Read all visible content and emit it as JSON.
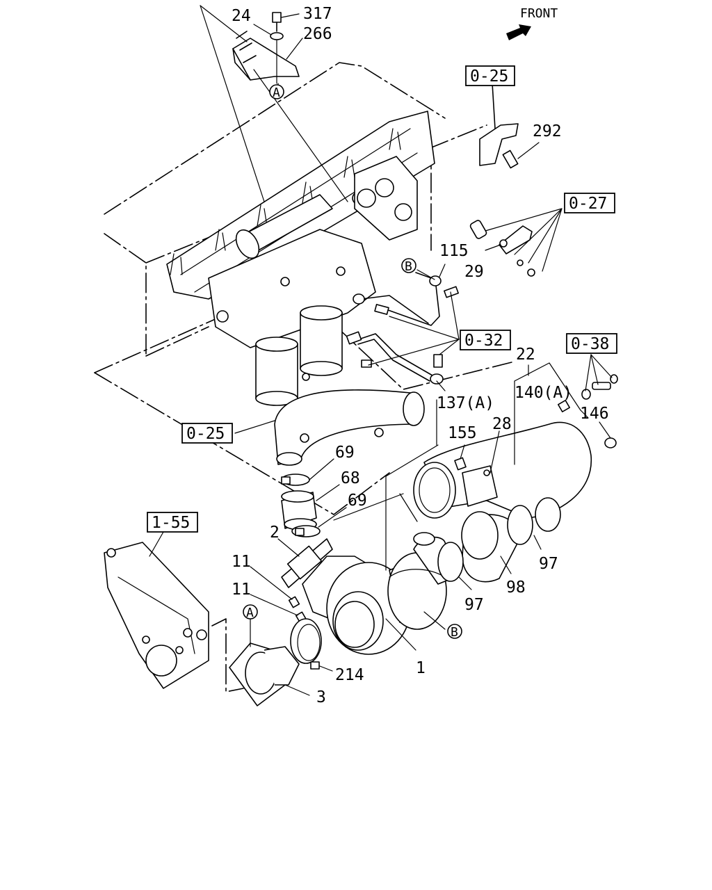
{
  "orientation": {
    "front_label": "FRONT"
  },
  "references": {
    "r0_25_top": "0-25",
    "r0_27": "0-27",
    "r0_32": "0-32",
    "r0_38": "0-38",
    "r0_25_left": "0-25",
    "r1_55": "1-55"
  },
  "callouts": {
    "p24": "24",
    "p317": "317",
    "p266": "266",
    "p292": "292",
    "p115": "115",
    "p29": "29",
    "p22": "22",
    "p140a": "140(A)",
    "p146": "146",
    "p137a": "137(A)",
    "p155": "155",
    "p28": "28",
    "p69a": "69",
    "p68": "68",
    "p69b": "69",
    "p2": "2",
    "p11a": "11",
    "p11b": "11",
    "p97a": "97",
    "p97b": "97",
    "p98": "98",
    "p214": "214",
    "p1": "1",
    "p3": "3"
  },
  "markers": {
    "a_top": "A",
    "a_bottom": "A",
    "b_top": "B",
    "b_bottom": "B"
  }
}
